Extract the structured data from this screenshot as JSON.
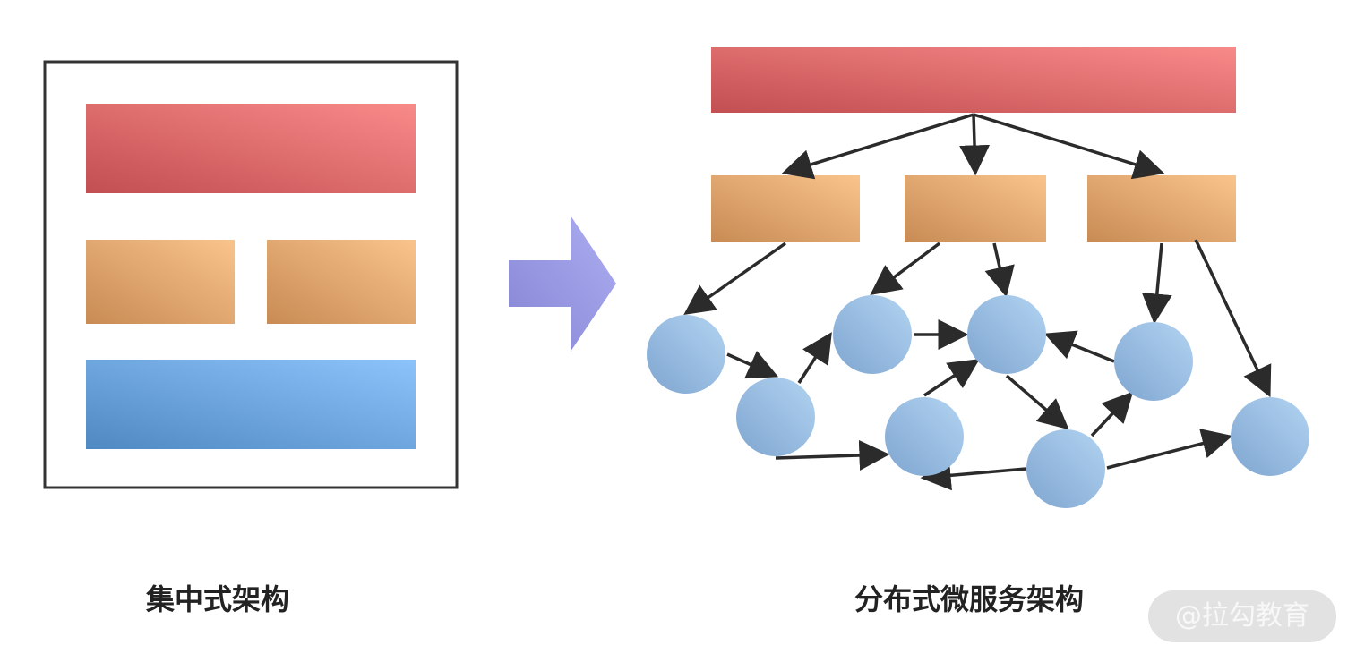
{
  "captions": {
    "left": "集中式架构",
    "right": "分布式微服务架构"
  },
  "watermark": "@拉勾教育",
  "colors": {
    "red_block": [
      "#c24f51",
      "#f98a8a"
    ],
    "orange_block": [
      "#c88b54",
      "#f9c48c"
    ],
    "blue_block": [
      "#5089c2",
      "#8dc3fb"
    ],
    "node": [
      "#88aed6",
      "#aed0f0"
    ],
    "arrow_shape": [
      "#8a8ad8",
      "#a8a8ee"
    ],
    "edge": "#2b2b2b",
    "frame": "#333333"
  }
}
